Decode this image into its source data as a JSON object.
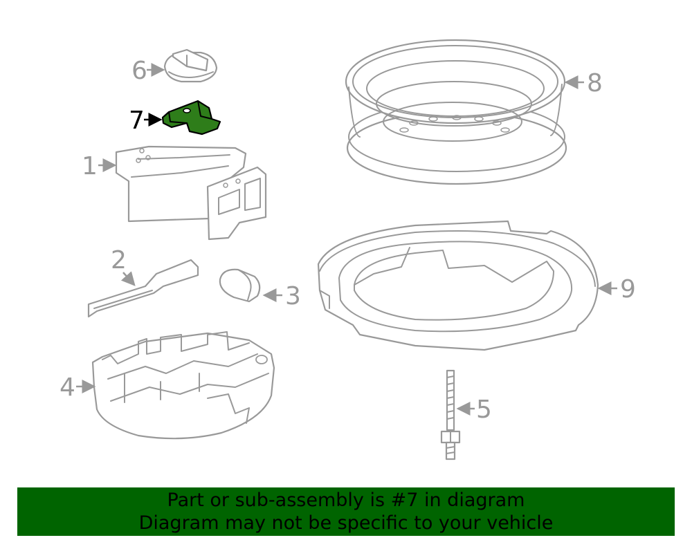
{
  "banner": {
    "line1": "Part or sub-assembly is #7 in diagram",
    "line2": "Diagram may not be specific to your vehicle",
    "background": "#006400"
  },
  "highlight_color": "#2e7d1a",
  "callouts": {
    "c1": "1",
    "c2": "2",
    "c3": "3",
    "c4": "4",
    "c5": "5",
    "c6": "6",
    "c7": "7",
    "c8": "8",
    "c9": "9"
  },
  "highlighted_part": "7"
}
